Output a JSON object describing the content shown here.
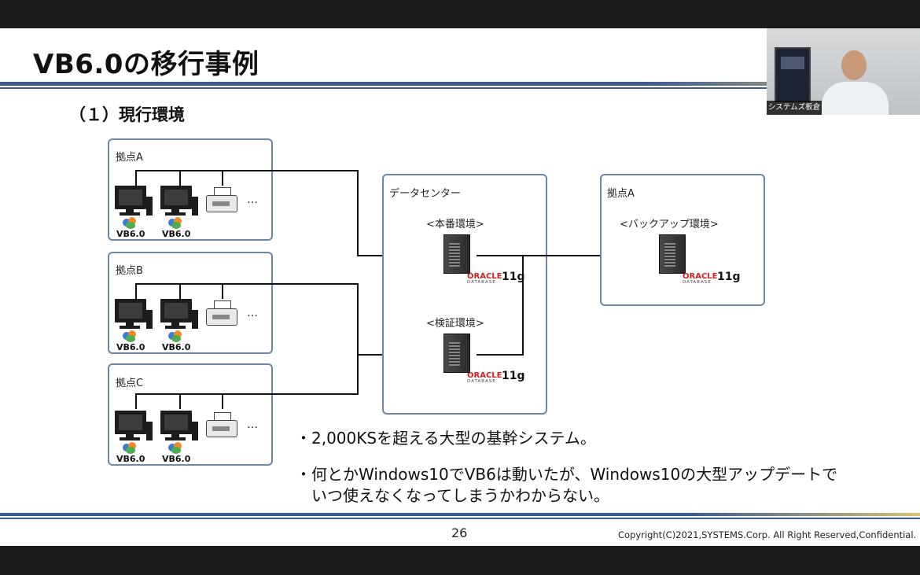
{
  "slide": {
    "title": "VB6.0の移行事例",
    "subtitle": "（１）現行環境",
    "sites": [
      {
        "label": "拠点A"
      },
      {
        "label": "拠点B"
      },
      {
        "label": "拠点C"
      }
    ],
    "vb_label": "VB6.0",
    "ellipsis": "…",
    "datacenter": {
      "label": "データセンター",
      "prod_label": "<本番環境>",
      "verify_label": "<検証環境>"
    },
    "backup_site": {
      "label": "拠点A",
      "backup_label": "<バックアップ環境>"
    },
    "oracle": {
      "brand": "ORACLE",
      "sub": "DATABASE",
      "version": "11g"
    },
    "bullets": [
      "・2,000KSを超える大型の基幹システム。",
      "・何とかWindows10でVB6は動いたが、Windows10の大型アップデートで",
      "いつ使えなくなってしまうかわからない。"
    ],
    "page_number": "26",
    "copyright": "Copyright(C)2021,SYSTEMS.Corp. All Right Reserved,Confidential."
  },
  "video": {
    "name_tag": "システムズ板倉"
  }
}
